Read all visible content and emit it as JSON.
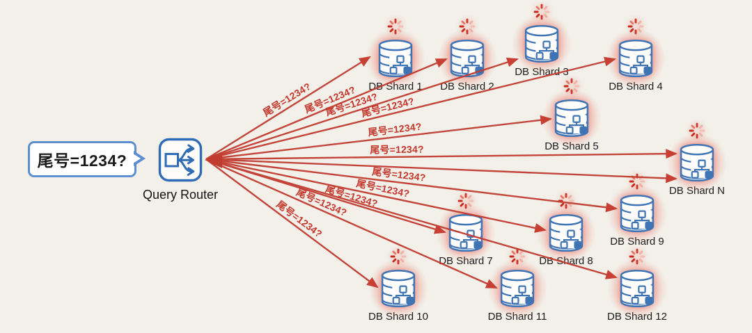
{
  "bubble": {
    "text": "尾号=1234?"
  },
  "router": {
    "label": "Query Router"
  },
  "shards": [
    {
      "label": "DB Shard 1"
    },
    {
      "label": "DB Shard 2"
    },
    {
      "label": "DB Shard 3"
    },
    {
      "label": "DB Shard 4"
    },
    {
      "label": "DB Shard 5"
    },
    {
      "label": "DB Shard N"
    },
    {
      "label": "DB Shard 7"
    },
    {
      "label": "DB Shard 8"
    },
    {
      "label": "DB Shard 9"
    },
    {
      "label": "DB Shard 10"
    },
    {
      "label": "DB Shard 11"
    },
    {
      "label": "DB Shard 12"
    }
  ],
  "arrows": [
    {
      "to": "DB Shard 1",
      "label": "尾号=1234?"
    },
    {
      "to": "DB Shard 2",
      "label": "尾号=1234?"
    },
    {
      "to": "DB Shard 3",
      "label": "尾号=1234?"
    },
    {
      "to": "DB Shard 4",
      "label": "尾号=1234?"
    },
    {
      "to": "DB Shard 5",
      "label": "尾号=1234?"
    },
    {
      "to": "DB Shard N",
      "label": "尾号=1234?"
    },
    {
      "to": "DB Shard N",
      "label": ""
    },
    {
      "to": "DB Shard 9",
      "label": "尾号=1234?"
    },
    {
      "to": "DB Shard 8",
      "label": "尾号=1234?"
    },
    {
      "to": "DB Shard 7",
      "label": "尾号=1234?"
    },
    {
      "to": "DB Shard 12",
      "label": ""
    },
    {
      "to": "DB Shard 11",
      "label": "尾号=1234?"
    },
    {
      "to": "DB Shard 10",
      "label": "尾号=1234?"
    }
  ],
  "colors": {
    "background": "#f2f0e9",
    "arrow_red": "#c13b30",
    "label_red": "#c5372c",
    "db_blue": "#3f74b5",
    "bubble_border_blue": "#5b8fd0",
    "glow_pink": "#ee6e5f",
    "spinner_dark": "#c9281c",
    "spinner_light": "#f2b3a8"
  }
}
